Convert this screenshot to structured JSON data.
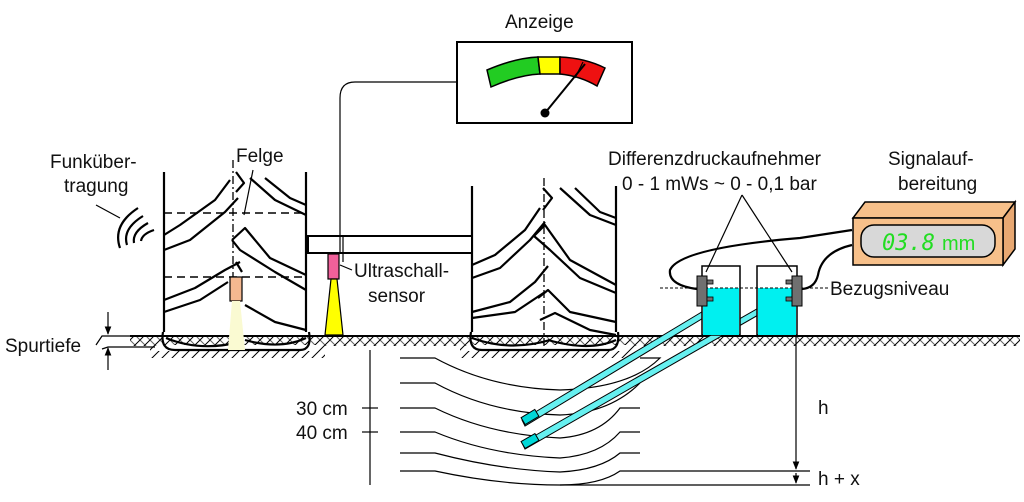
{
  "diagram": {
    "title": "Spurtiefenmessung",
    "labels": {
      "display": "Anzeige",
      "radio_line1": "Funküber-",
      "radio_line2": "tragung",
      "rim": "Felge",
      "ultrasonic_line1": "Ultraschall-",
      "ultrasonic_line2": "sensor",
      "track_depth": "Spurtiefe",
      "pressure_sensor_line1": "Differenzdruckaufnehmer",
      "pressure_sensor_line2": "0 - 1 mWs ~ 0 - 0,1 bar",
      "signal_line1": "Signalauf-",
      "signal_line2": "bereitung",
      "reference_level": "Bezugsniveau",
      "depth_30": "30 cm",
      "depth_40": "40 cm",
      "h": "h",
      "h_plus_x": "h + x"
    },
    "readout": {
      "value": "03.8",
      "unit": "mm"
    },
    "gauge": {
      "zones": [
        {
          "name": "green",
          "color": "#22cc22"
        },
        {
          "name": "yellow",
          "color": "#ffff00"
        },
        {
          "name": "red",
          "color": "#ee1111"
        }
      ]
    },
    "colors": {
      "water": "#00f0f0",
      "tube": "#66f0f0",
      "signal_box": "#f7c08a",
      "ultrasonic_sensor": "#f0609a",
      "ultrasonic_beam": "#ffff00",
      "rim_sensor": "#f4b890",
      "rim_beam": "#fafad2",
      "lcd_bg": "#d8d8d8",
      "connector": "#707070"
    }
  }
}
